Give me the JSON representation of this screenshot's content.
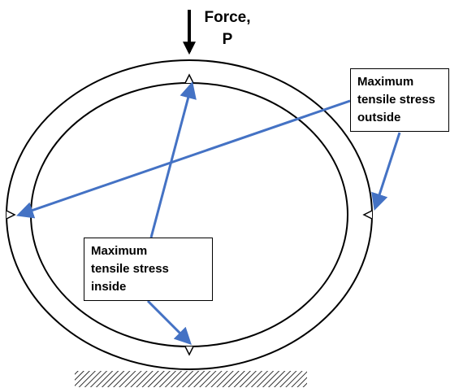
{
  "force_label": {
    "line1": "Force,",
    "line2": "P"
  },
  "callout_outside": {
    "line1": "Maximum",
    "line2": "tensile stress",
    "line3": "outside"
  },
  "callout_inside": {
    "line1": "Maximum",
    "line2": "tensile stress",
    "line3": "inside"
  },
  "colors": {
    "arrow_blue": "#4472C4",
    "outline": "#000000",
    "background": "#ffffff"
  }
}
